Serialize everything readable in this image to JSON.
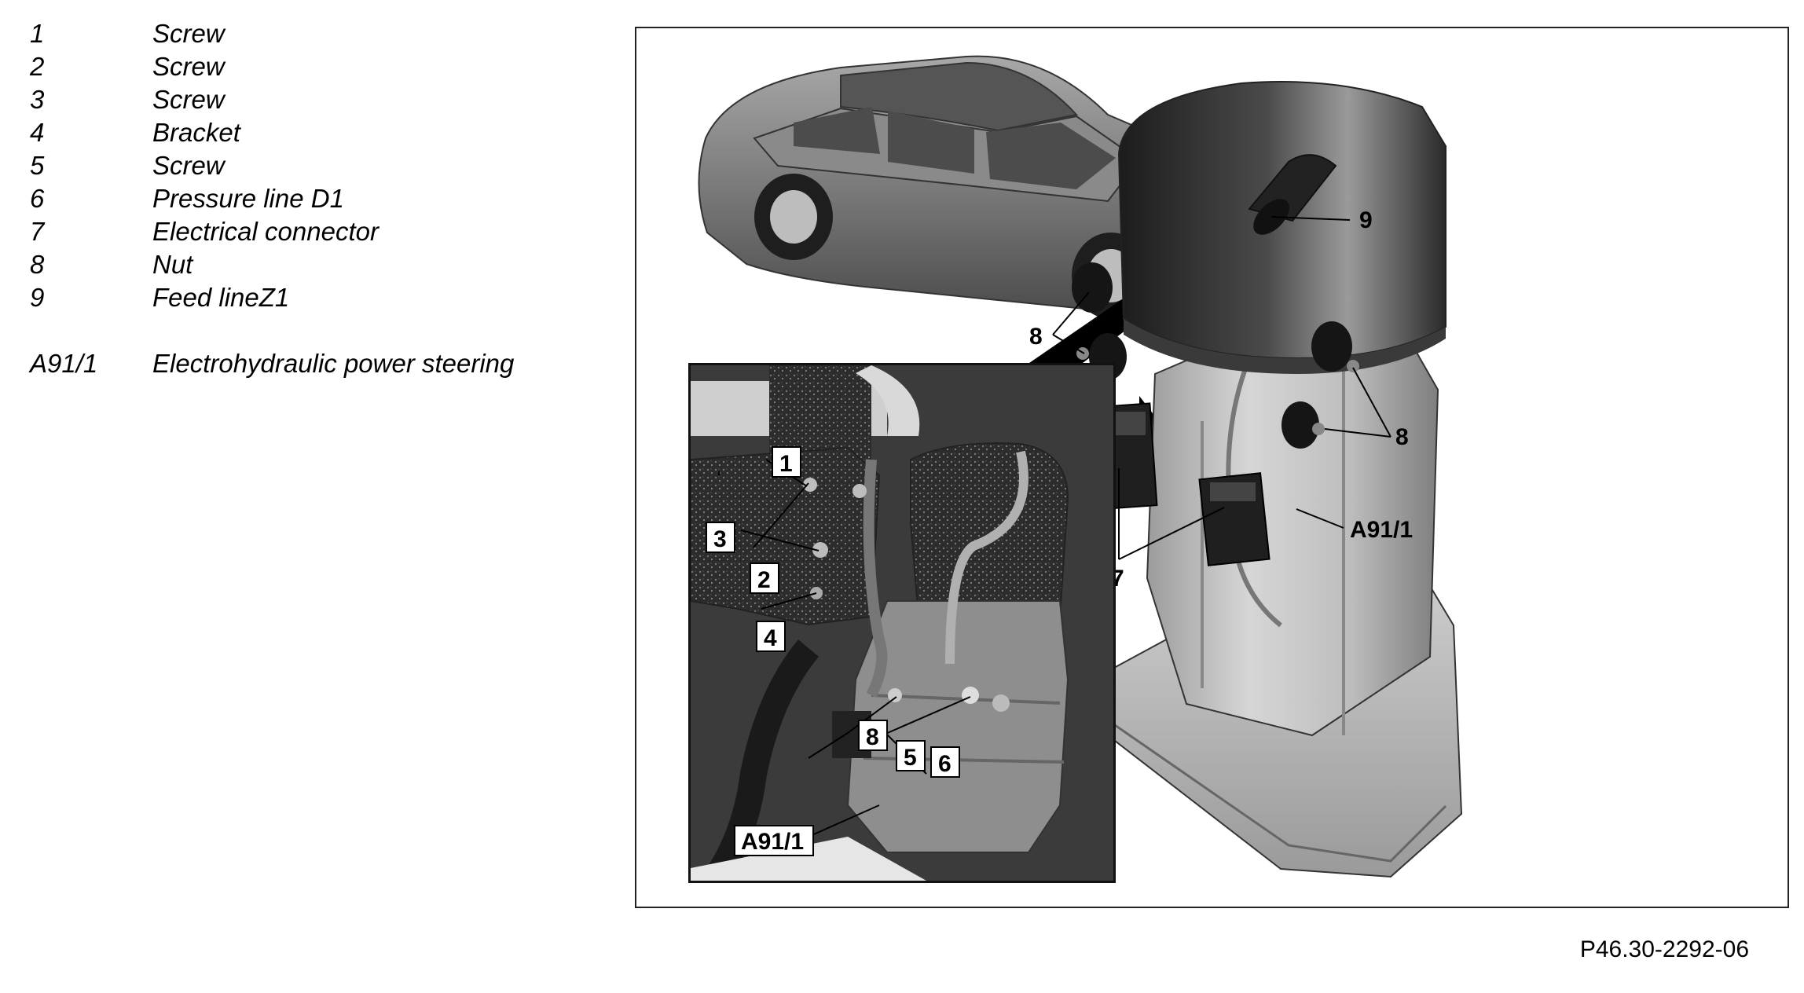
{
  "legend": [
    {
      "id": "1",
      "label": "Screw"
    },
    {
      "id": "2",
      "label": "Screw"
    },
    {
      "id": "3",
      "label": "Screw"
    },
    {
      "id": "4",
      "label": "Bracket"
    },
    {
      "id": "5",
      "label": "Screw"
    },
    {
      "id": "6",
      "label": "Pressure line D1"
    },
    {
      "id": "7",
      "label": "Electrical connector"
    },
    {
      "id": "8",
      "label": "Nut"
    },
    {
      "id": "9",
      "label": "Feed lineZ1"
    }
  ],
  "legend_extra": {
    "id": "A91/1",
    "label": "Electrohydraulic power steering"
  },
  "callouts": {
    "c1": "1",
    "c2": "2",
    "c3": "3",
    "c4": "4",
    "c5": "5",
    "c6": "6",
    "c8_inset": "8",
    "a91_inset": "A91/1",
    "c9": "9",
    "c8_left": "8",
    "c8_right": "8",
    "c7": "7",
    "a91_main": "A91/1"
  },
  "figure_id": "P46.30-2292-06"
}
